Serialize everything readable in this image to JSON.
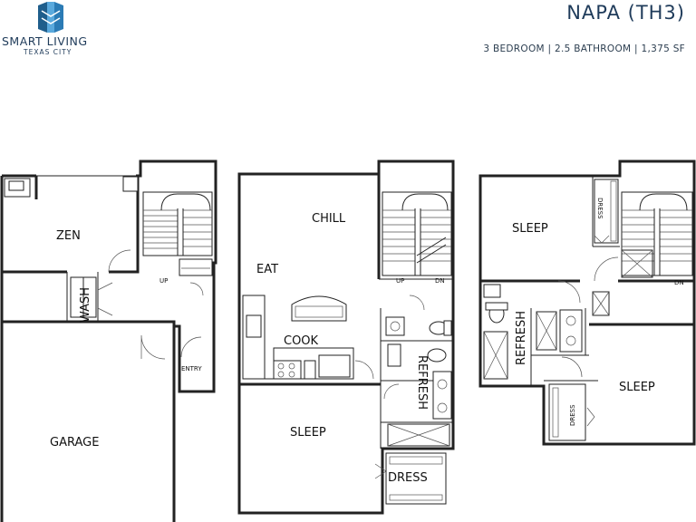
{
  "brand": {
    "name": "SMART LIVING",
    "city": "TEXAS CITY",
    "logo_icon": "building-logo-icon",
    "accent": "#1f5e8c"
  },
  "plan": {
    "title": "NAPA (TH3)",
    "specs": "3 BEDROOM | 2.5 BATHROOM | 1,375 SF"
  },
  "floors": {
    "first": {
      "rooms": {
        "zen": "ZEN",
        "wash": "WASH",
        "garage": "GARAGE",
        "entry": "ENTRY"
      },
      "stair_up": "UP"
    },
    "second": {
      "rooms": {
        "chill": "CHILL",
        "eat": "EAT",
        "cook": "COOK",
        "refresh": "REFRESH",
        "sleep": "SLEEP",
        "dress": "DRESS"
      },
      "stair_up": "UP",
      "stair_dn": "DN"
    },
    "third": {
      "rooms": {
        "sleep_a": "SLEEP",
        "dress_a": "DRESS",
        "refresh": "REFRESH",
        "sleep_b": "SLEEP",
        "dress_b": "DRESS"
      },
      "stair_dn": "DN"
    }
  }
}
